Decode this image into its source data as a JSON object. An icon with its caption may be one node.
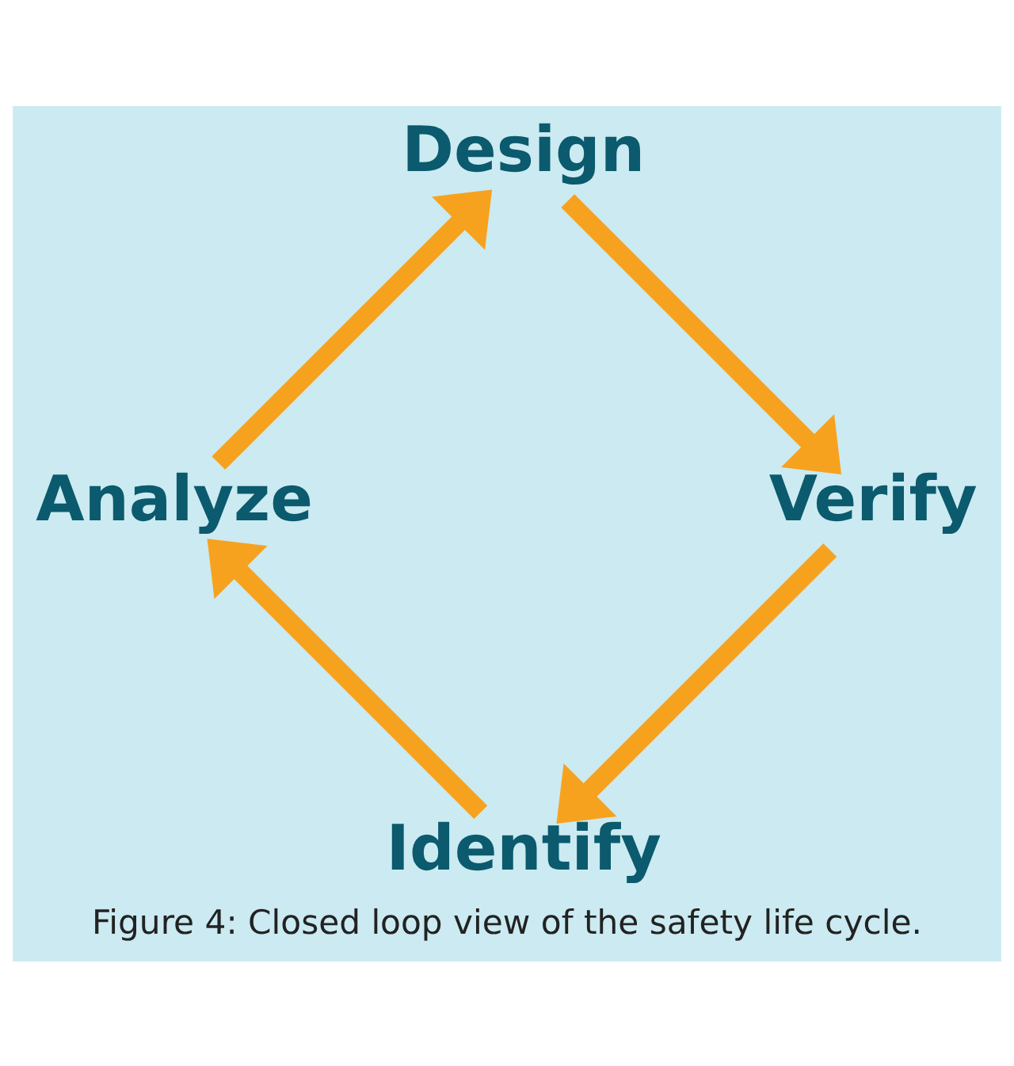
{
  "diagram": {
    "caption": "Figure 4: Closed loop view of the safety life cycle.",
    "nodes": [
      {
        "text": [
          "Identify"
        ]
      },
      {
        "text": [
          "Analyze"
        ]
      },
      {
        "text": [
          "Design"
        ]
      },
      {
        "text": [
          "Verify"
        ]
      }
    ],
    "edges": [
      {
        "from": 0,
        "to": 1,
        "arrow": "to"
      },
      {
        "from": 1,
        "to": 2,
        "arrow": "to"
      },
      {
        "from": 2,
        "to": 3,
        "arrow": "to"
      },
      {
        "from": 3,
        "to": 0,
        "arrow": "to"
      }
    ]
  }
}
